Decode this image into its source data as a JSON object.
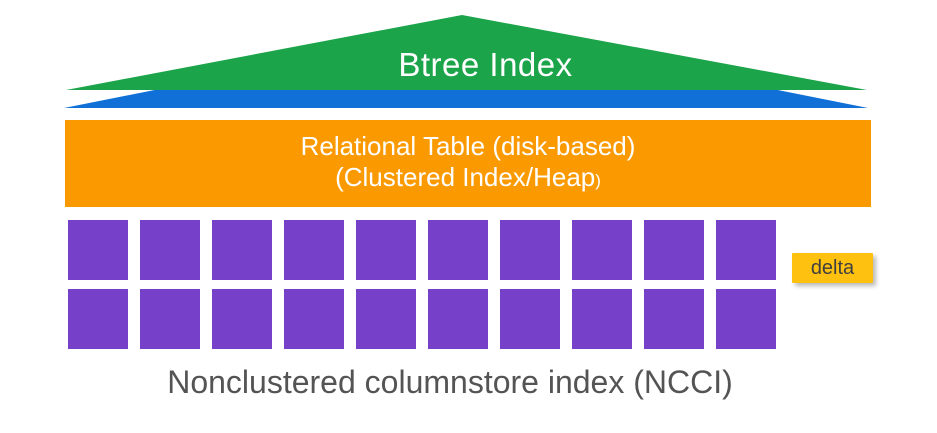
{
  "diagram": {
    "btree_label": "Btree Index",
    "table_label_line1": "Relational Table (disk-based)",
    "table_label_line2": "(Clustered Index/Heap",
    "table_label_line2_suffix": ")",
    "delta_label": "delta",
    "caption": "Nonclustered columnstore index (NCCI)",
    "ncci_grid": {
      "rows": 2,
      "cols": 10
    },
    "colors": {
      "btree_green": "#1CA44A",
      "index_blue": "#1070D7",
      "table_orange": "#FB9900",
      "rowgroup_purple": "#7740C8",
      "delta_yellow": "#FFC110",
      "caption_gray": "#545454"
    }
  }
}
